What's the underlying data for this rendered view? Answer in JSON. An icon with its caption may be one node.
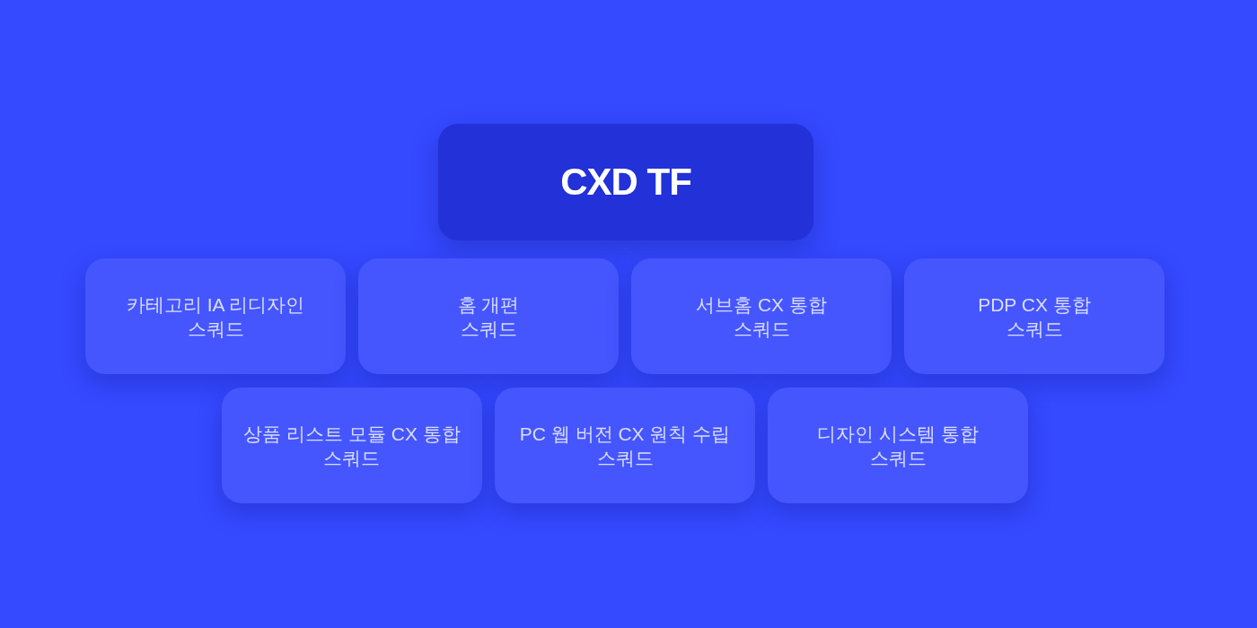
{
  "diagram": {
    "nodes": [
      {
        "text": [
          "CXD TF"
        ]
      },
      {
        "text": [
          "카테고리 IA 리디자인 스쿼드"
        ]
      },
      {
        "text": [
          "홈 개편 스쿼드"
        ]
      },
      {
        "text": [
          "서브홈 CX 통합 스쿼드"
        ]
      },
      {
        "text": [
          "PDP CX 통합 스쿼드"
        ]
      },
      {
        "text": [
          "상품 리스트 모듈 CX 통합 스쿼드"
        ]
      },
      {
        "text": [
          "PC 웹 버전 CX 원칙 수립 스쿼드"
        ]
      },
      {
        "text": [
          "디자인 시스템 통합 스쿼드"
        ]
      }
    ]
  }
}
